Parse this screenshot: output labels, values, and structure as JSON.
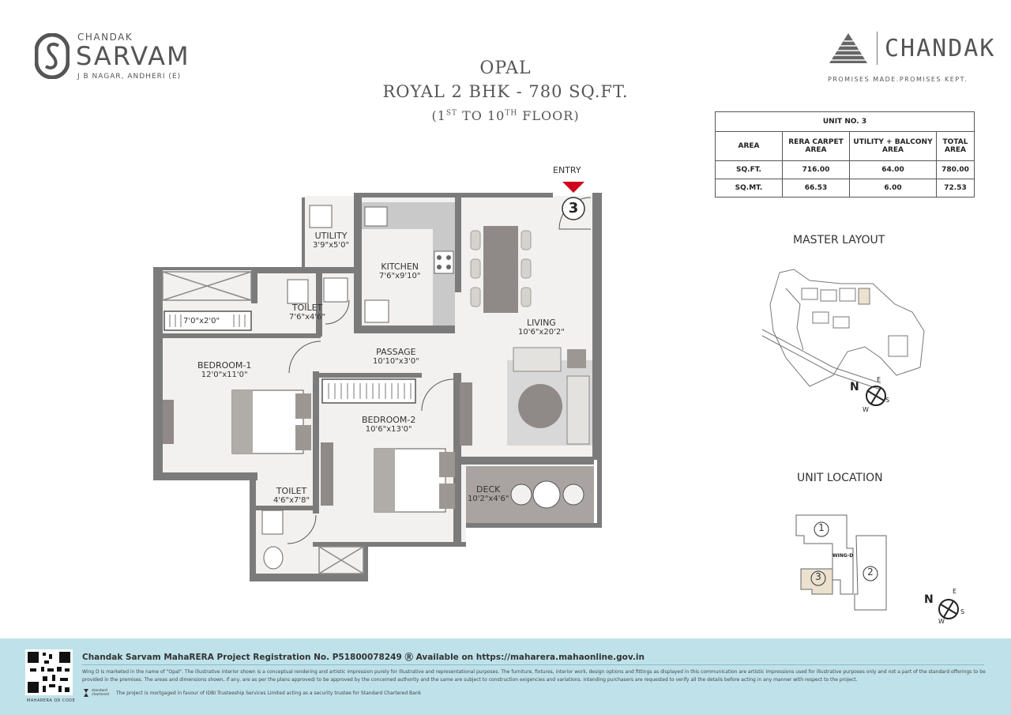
{
  "header": {
    "brand_small": "CHANDAK",
    "brand_big": "SARVAM",
    "location": "J B NAGAR, ANDHERI (E)",
    "logo_icon": "cs-monogram-icon",
    "company_name": "CHANDAK",
    "tagline": "PROMISES MADE.PROMISES KEPT.",
    "company_icon": "pyramid-icon"
  },
  "title": {
    "line1": "OPAL",
    "line2": "ROYAL 2 BHK - 780 SQ.FT.",
    "line3_a": "(1",
    "line3_sup1": "ST",
    "line3_b": " TO 10",
    "line3_sup2": "TH",
    "line3_c": " FLOOR)"
  },
  "area_table": {
    "unit_header": "UNIT NO. 3",
    "columns": [
      "AREA",
      "RERA CARPET AREA",
      "UTILITY + BALCONY AREA",
      "TOTAL AREA"
    ],
    "rows": [
      [
        "SQ.FT.",
        "716.00",
        "64.00",
        "780.00"
      ],
      [
        "SQ.MT.",
        "66.53",
        "6.00",
        "72.53"
      ]
    ]
  },
  "plan": {
    "entry_label": "ENTRY",
    "unit_badge": "3",
    "rooms": [
      {
        "name": "UTILITY",
        "size": "3'9\"x5'0\""
      },
      {
        "name": "KITCHEN",
        "size": "7'6\"x9'10\""
      },
      {
        "name": "TOILET",
        "size": "7'6\"x4'6\""
      },
      {
        "name": "LIVING",
        "size": "10'6\"x20'2\""
      },
      {
        "name": "PASSAGE",
        "size": "10'10\"x3'0\""
      },
      {
        "name": "BEDROOM-1",
        "size": "12'0\"x11'0\""
      },
      {
        "name": "BEDROOM-2",
        "size": "10'6\"x13'0\""
      },
      {
        "name": "TOILET",
        "size": "4'6\"x7'8\""
      },
      {
        "name": "DECK",
        "size": "10'2\"x4'6\""
      }
    ],
    "ledge_label": "7'0\"x2'0\""
  },
  "master_layout": {
    "title": "MASTER LAYOUT",
    "compass": {
      "n": "N",
      "e": "E",
      "s": "S",
      "w": "W"
    }
  },
  "unit_location": {
    "title": "UNIT LOCATION",
    "units": [
      "1",
      "2",
      "3"
    ],
    "wing_label": "WING-D",
    "compass": {
      "n": "N",
      "e": "E",
      "s": "S",
      "w": "W"
    }
  },
  "footer": {
    "registration": "Chandak Sarvam MahaRERA Project Registration No. P51800078249 Ⓡ Available on https://maharera.mahaonline.gov.in",
    "disclaimer": "Wing D is marketed in the name of \"Opal\". The illustrative interior shown is a conceptual rendering and artistic impression purely for illustrative and representational purposes. The furniture, fixtures, interior work, design options and fittings as displayed in this communication are artistic impressions used for illustrative purposes only and not a part of the standard offerings to be provided in the premises. The areas and dimensions shown, if any, are as per the plans approved/ to be approved by the concerned authority and the same are subject to construction exigencies and variations. Intending purchasers are requested to verify all the details before acting in any manner with respect to the project.",
    "mortgage": "The project is mortgaged in favour of IDBI Trusteeship Services Limited acting as a security trustee for Standard Chartered Bank",
    "qr_label": "MAHARERA QR CODE",
    "sc_logo_text": "standard chartered"
  },
  "colors": {
    "wall": "#7b7b7b",
    "floor": "#f3f1ef",
    "rug": "#d9d8d8",
    "deck": "#a9a4a1",
    "entry_arrow": "#d0021b",
    "footer_bg": "#bfe2ea",
    "unit3_fill": "#ece1cf"
  }
}
